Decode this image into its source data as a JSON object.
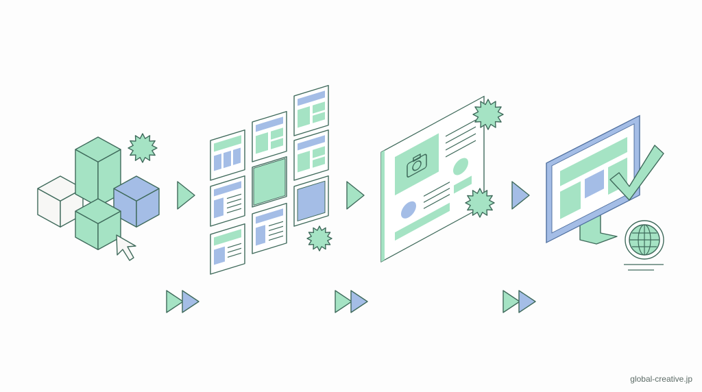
{
  "colors": {
    "green": "#a5e3c4",
    "blue": "#a4bde6",
    "white": "#f7f7f5",
    "stroke": "#3f6a5b",
    "blue_stroke": "#4f6f9e"
  },
  "steps": [
    {
      "name": "build-blocks",
      "icons": [
        "cube-icon",
        "cursor-icon",
        "starburst-icon"
      ]
    },
    {
      "name": "layout-grid",
      "icons": [
        "wireframe-panel-icon",
        "starburst-icon"
      ]
    },
    {
      "name": "page-design",
      "icons": [
        "camera-icon",
        "starburst-icon"
      ]
    },
    {
      "name": "publish",
      "icons": [
        "monitor-icon",
        "checkmark-icon",
        "globe-icon"
      ]
    }
  ],
  "watermark": "global-creative.jp"
}
